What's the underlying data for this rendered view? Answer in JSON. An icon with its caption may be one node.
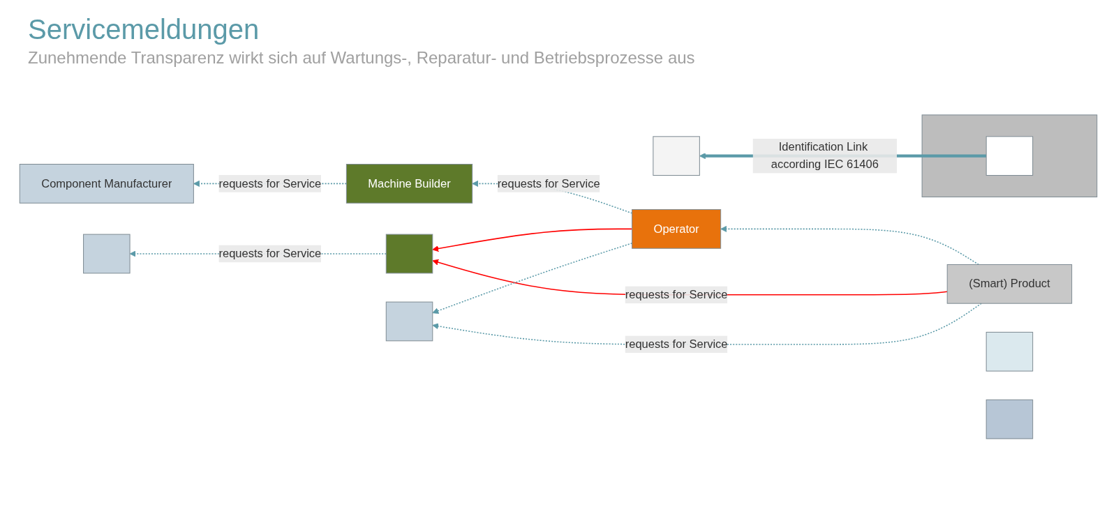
{
  "diagram": {
    "title": "Servicemeldungen",
    "nodes": [
      {
        "text": [
          "Component Manufacturer"
        ]
      },
      {
        "text": [
          "Machine Builder"
        ]
      },
      {
        "text": [
          "Operator"
        ]
      },
      {
        "text": [
          "(Smart) Product"
        ]
      },
      {
        "text": [],
        "shape": "box"
      },
      {
        "text": [],
        "shape": "box"
      },
      {
        "text": [],
        "shape": "box"
      },
      {
        "text": [],
        "shape": "box"
      },
      {
        "text": [],
        "shape": "box"
      },
      {
        "text": [],
        "shape": "box"
      },
      {
        "text": [],
        "shape": "box"
      },
      {
        "text": [],
        "shape": "box",
        "in": 10
      }
    ],
    "edges": [
      {
        "from": 1,
        "to": 0,
        "arrow": "to",
        "label": "requests for Service",
        "style": "dashed",
        "color": "#5b9aa8"
      },
      {
        "from": 2,
        "to": 1,
        "arrow": "to",
        "label": "requests for Service",
        "style": "dashed",
        "color": "#5b9aa8"
      },
      {
        "from": 3,
        "to": 2,
        "arrow": "to",
        "style": "dashed",
        "color": "#5b9aa8"
      },
      {
        "from": 2,
        "to": 8,
        "arrow": "to",
        "color": "#ff0000"
      },
      {
        "from": 3,
        "to": 8,
        "arrow": "to",
        "label": "requests for Service",
        "color": "#ff0000"
      },
      {
        "from": 8,
        "to": 7,
        "arrow": "to",
        "label": "requests for Service",
        "style": "dashed",
        "color": "#5b9aa8"
      },
      {
        "from": 2,
        "to": 9,
        "arrow": "to",
        "style": "dashed",
        "color": "#5b9aa8"
      },
      {
        "from": 3,
        "to": 9,
        "arrow": "to",
        "label": "requests for Service",
        "style": "dashed",
        "color": "#5b9aa8"
      },
      {
        "from": 11,
        "to": 5,
        "arrow": "to",
        "label": "Identification Link according IEC 61406",
        "style": "thick",
        "color": "#5b9aa8"
      }
    ],
    "labels": [
      "Zunehmende Transparenz wirkt sich auf Wartungs-, Reparatur- und Betriebsprozesse aus"
    ]
  }
}
